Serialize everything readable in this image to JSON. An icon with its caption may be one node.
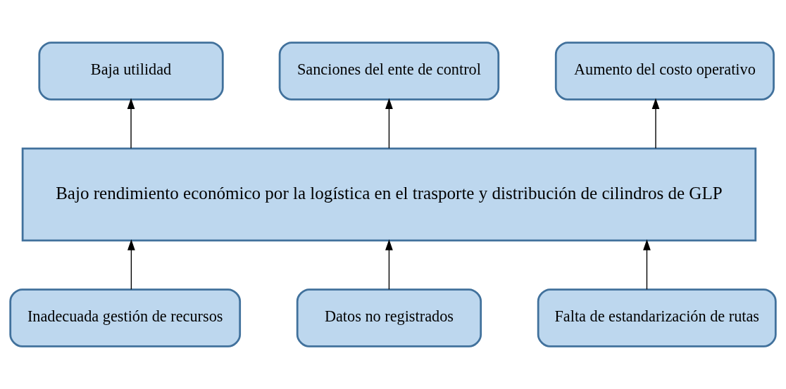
{
  "diagram": {
    "nodes": [
      {
        "text": [
          "Baja utilidad"
        ]
      },
      {
        "text": [
          "Sanciones del ente de control"
        ]
      },
      {
        "text": [
          "Aumento del costo operativo"
        ]
      },
      {
        "text": [
          "Bajo rendimiento económico por la logística en el trasporte y distribución de cilindros de GLP"
        ]
      },
      {
        "text": [
          "Inadecuada gestión de recursos"
        ]
      },
      {
        "text": [
          "Datos no registrados"
        ]
      },
      {
        "text": [
          "Falta de estandarización de rutas"
        ]
      }
    ],
    "edges": [
      {
        "from": 3,
        "to": 0,
        "arrow": "to"
      },
      {
        "from": 3,
        "to": 1,
        "arrow": "to"
      },
      {
        "from": 3,
        "to": 2,
        "arrow": "to"
      },
      {
        "from": 4,
        "to": 3,
        "arrow": "to"
      },
      {
        "from": 5,
        "to": 3,
        "arrow": "to"
      },
      {
        "from": 6,
        "to": 3,
        "arrow": "to"
      }
    ]
  }
}
